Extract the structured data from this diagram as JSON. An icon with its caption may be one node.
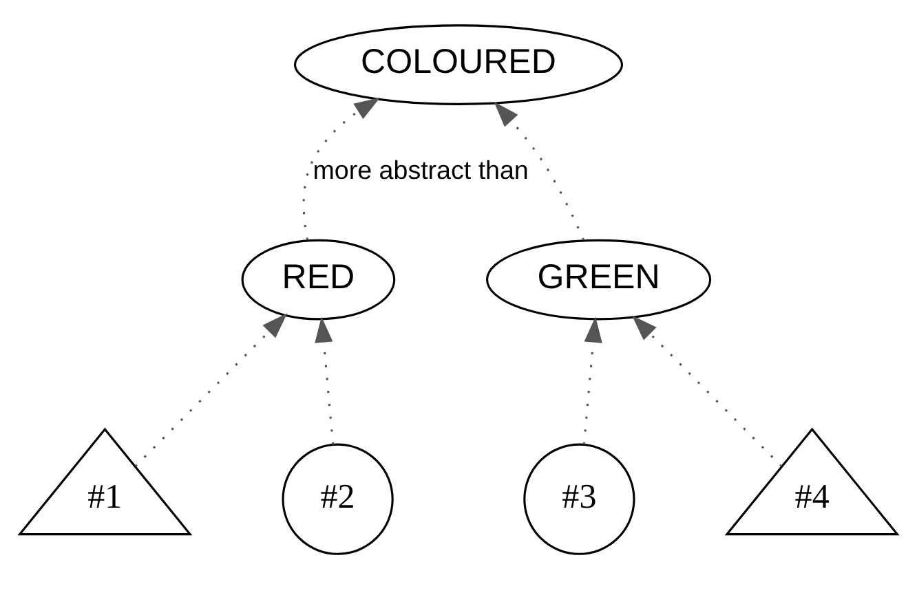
{
  "diagram": {
    "nodes": [
      {
        "text": [
          "COLOURED"
        ]
      },
      {
        "text": [
          "RED"
        ]
      },
      {
        "text": [
          "GREEN"
        ]
      },
      {
        "text": [
          "#1"
        ]
      },
      {
        "text": [
          "#2"
        ]
      },
      {
        "text": [
          "#3"
        ]
      },
      {
        "text": [
          "#4"
        ]
      }
    ],
    "edges": [
      {
        "from": 1,
        "to": 0,
        "arrow": "to",
        "label": "more abstract than",
        "style": "dashed"
      },
      {
        "from": 2,
        "to": 0,
        "arrow": "to",
        "style": "dashed"
      },
      {
        "from": 3,
        "to": 1,
        "arrow": "to",
        "style": "dashed"
      },
      {
        "from": 4,
        "to": 1,
        "arrow": "to",
        "style": "dashed"
      },
      {
        "from": 5,
        "to": 2,
        "arrow": "to",
        "style": "dashed"
      },
      {
        "from": 6,
        "to": 2,
        "arrow": "to",
        "style": "dashed"
      }
    ]
  }
}
